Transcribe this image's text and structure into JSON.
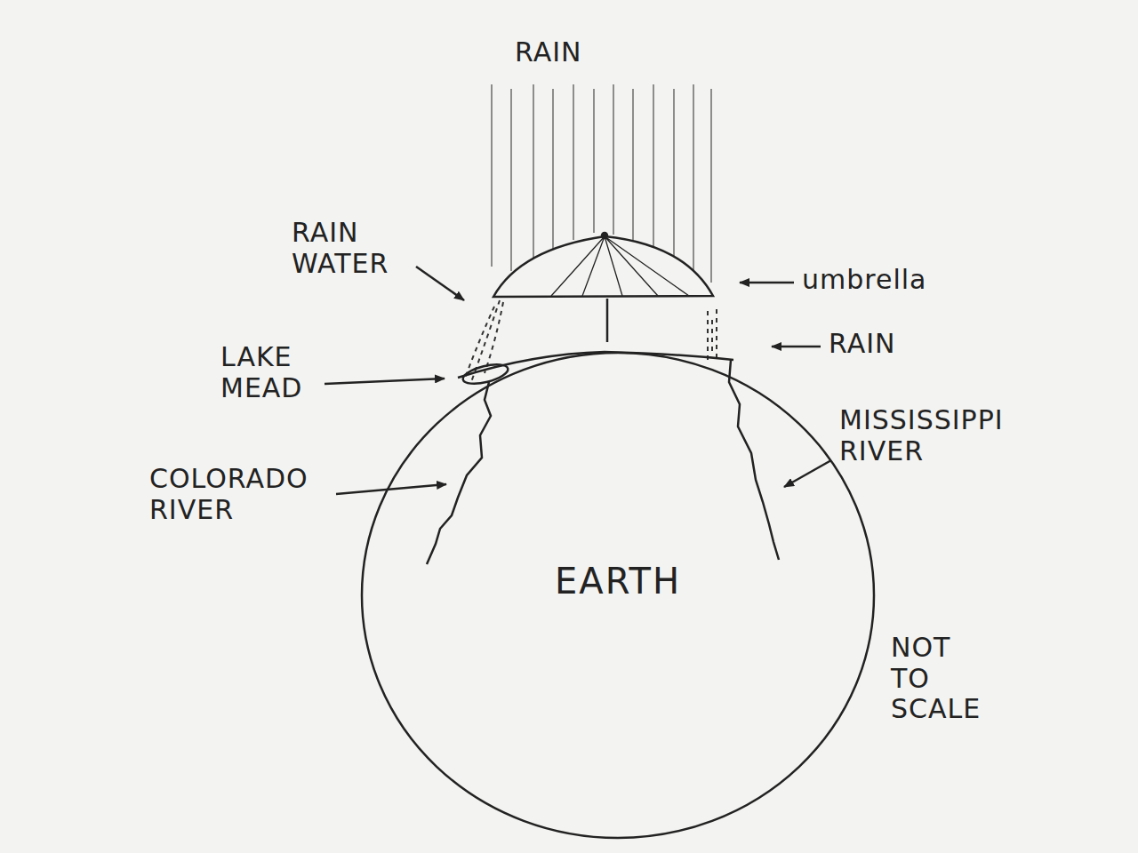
{
  "diagram": {
    "nodes": [
      {
        "text": [
          "EARTH"
        ]
      }
    ],
    "labels": [
      "RAIN",
      "RAIN WATER",
      "umbrella",
      "RAIN",
      "LAKE MEAD",
      "COLORADO RIVER",
      "MISSISSIPPI RIVER",
      "NOT TO SCALE"
    ]
  }
}
